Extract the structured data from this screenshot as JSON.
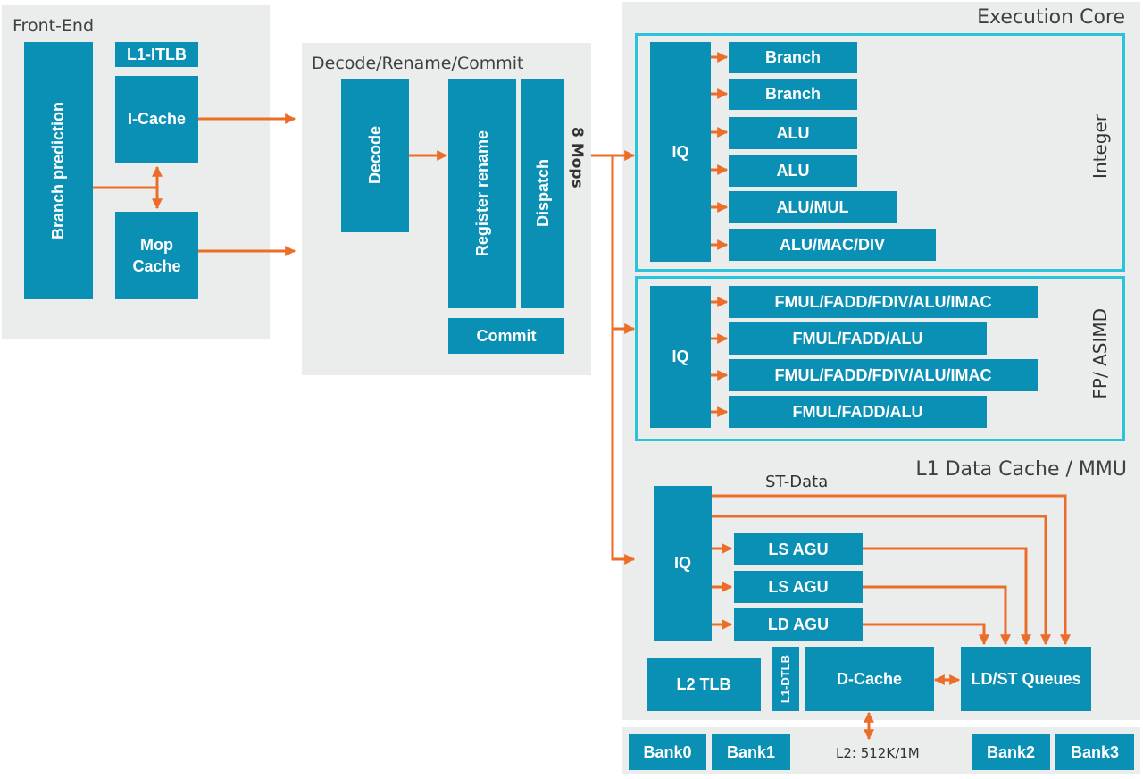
{
  "colors": {
    "panel": "#ebeded",
    "block": "#0a8fb5",
    "arrow": "#ec6d28",
    "group_border": "#2cc4dd"
  },
  "front_end": {
    "title": "Front-End",
    "branch_prediction": "Branch prediction",
    "itlb": "L1-ITLB",
    "icache": "I-Cache",
    "mop_cache_line1": "Mop",
    "mop_cache_line2": "Cache"
  },
  "decode_stage": {
    "title": "Decode/Rename/Commit",
    "decode": "Decode",
    "register_rename": "Register rename",
    "dispatch": "Dispatch",
    "commit": "Commit",
    "mops": "8 Mops"
  },
  "execution_core": {
    "title": "Execution Core",
    "integer": {
      "label": "Integer",
      "iq": "IQ",
      "units": [
        "Branch",
        "Branch",
        "ALU",
        "ALU",
        "ALU/MUL",
        "ALU/MAC/DIV"
      ]
    },
    "fp": {
      "label": "FP/ ASIMD",
      "iq": "IQ",
      "units": [
        "FMUL/FADD/FDIV/ALU/IMAC",
        "FMUL/FADD/ALU",
        "FMUL/FADD/FDIV/ALU/IMAC",
        "FMUL/FADD/ALU"
      ]
    }
  },
  "l1_data": {
    "title": "L1 Data Cache / MMU",
    "iq": "IQ",
    "st_data": "ST-Data",
    "agus": [
      "LS AGU",
      "LS AGU",
      "LD AGU"
    ],
    "l2_tlb": "L2 TLB",
    "l1_dtlb": "L1-DTLB",
    "dcache": "D-Cache",
    "ldst_queues": "LD/ST Queues"
  },
  "l2": {
    "banks": [
      "Bank0",
      "Bank1",
      "Bank2",
      "Bank3"
    ],
    "label": "L2: 512K/1M"
  }
}
